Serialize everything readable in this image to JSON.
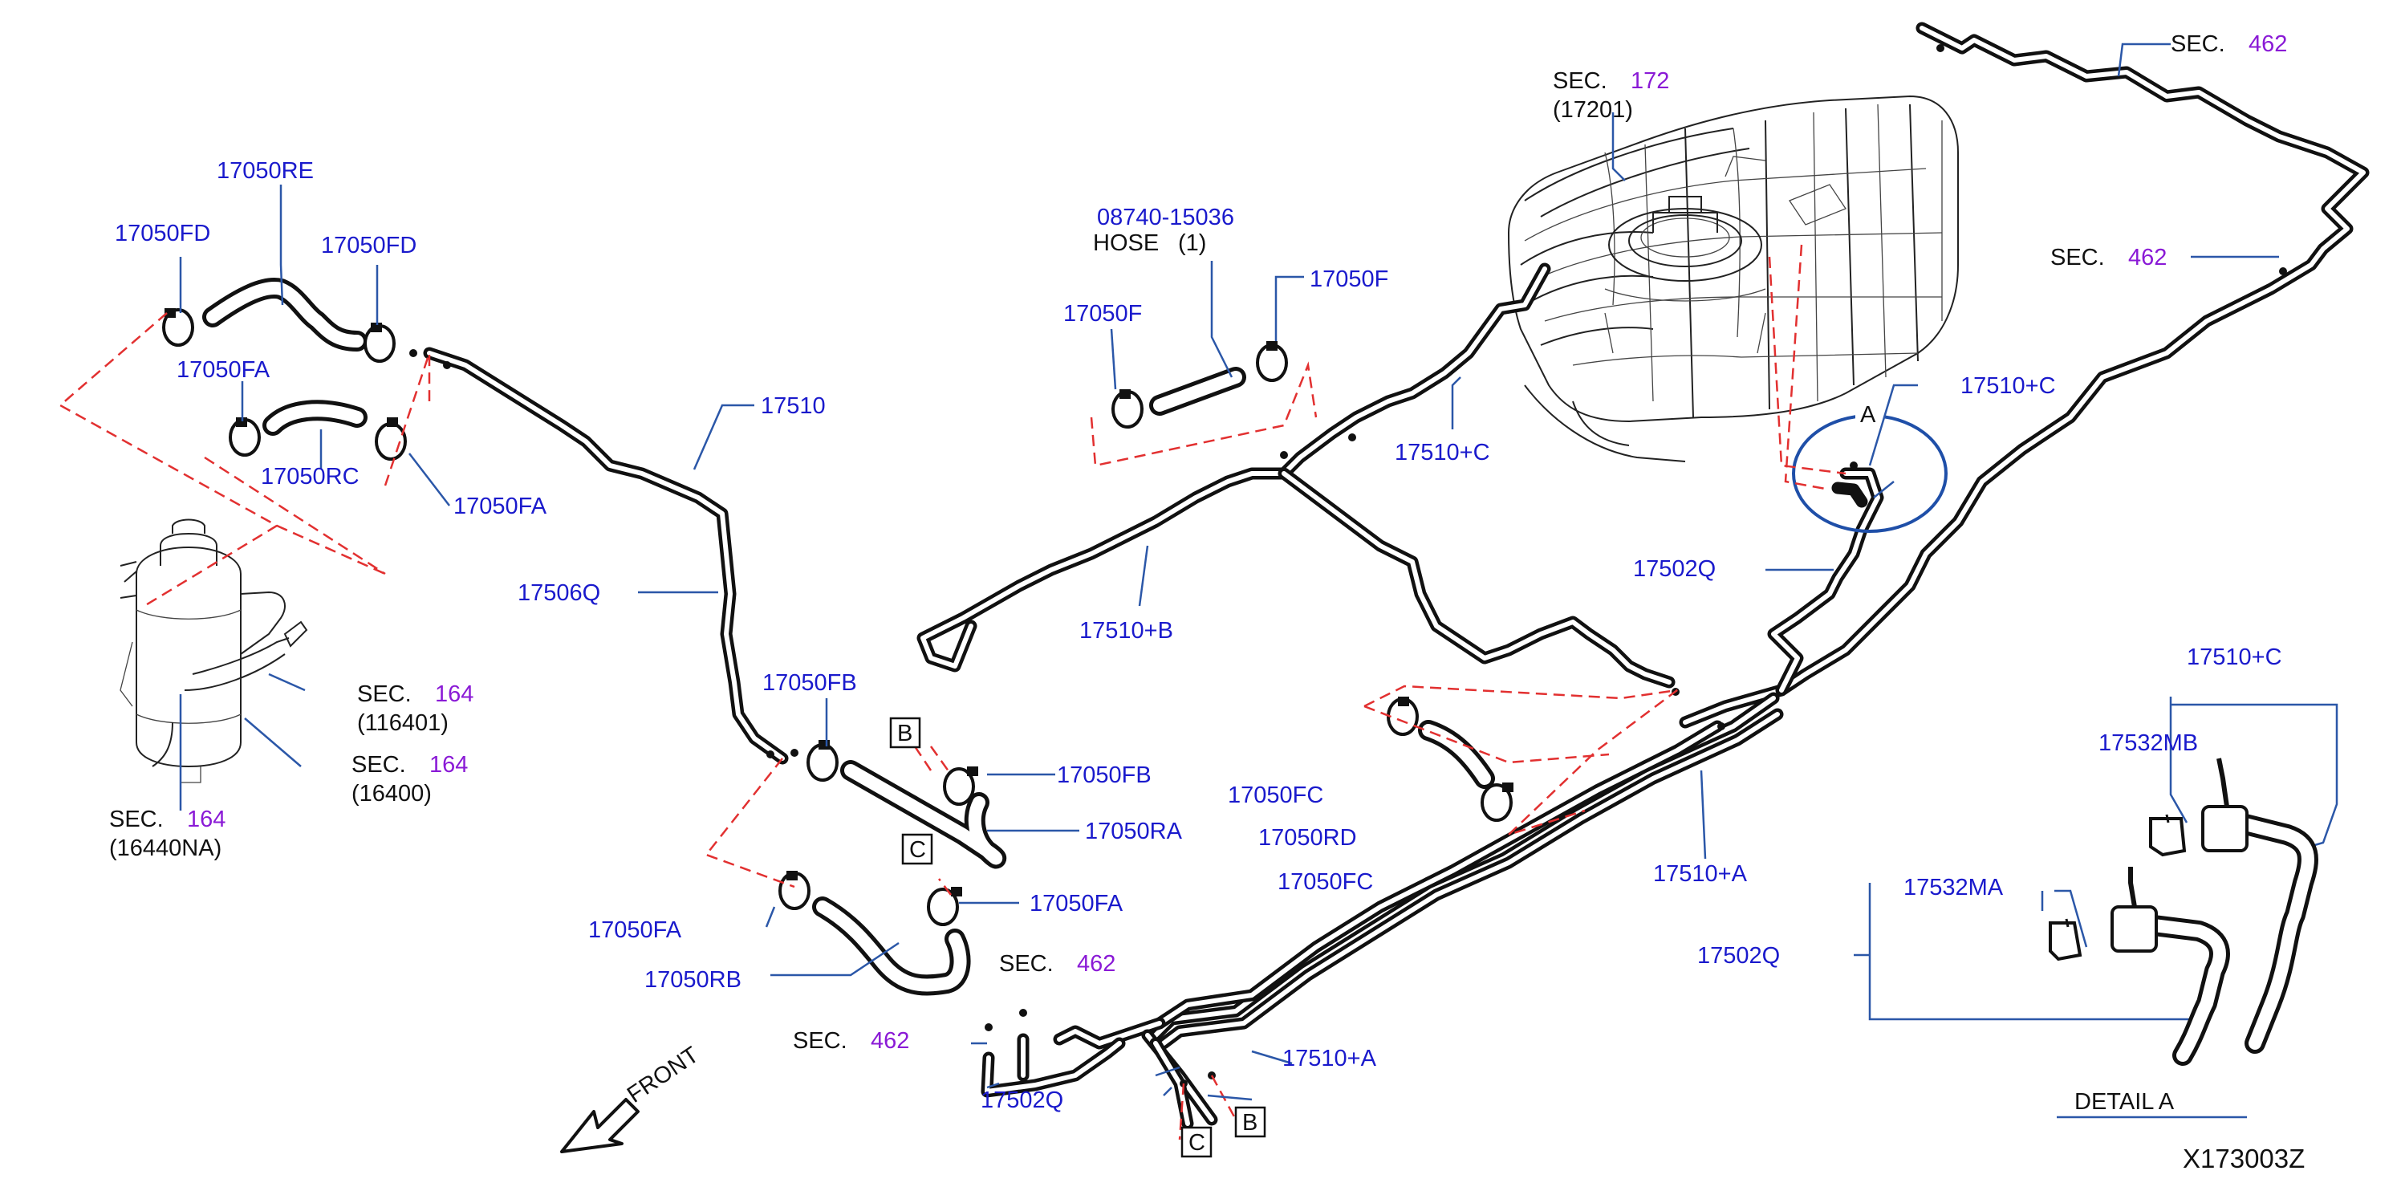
{
  "diagram_id": "X173003Z",
  "front_label": "FRONT",
  "detail_title": "DETAIL A",
  "detail_circle_label": "A",
  "colors": {
    "part_label": "#1a1acc",
    "section_number": "#8a1ad6",
    "leader": "#2b57a8",
    "reference_dash": "#e23030",
    "detail_circle": "#1f4fa8"
  },
  "part_labels": {
    "p17050RE": "17050RE",
    "p17050FD_a": "17050FD",
    "p17050FD_b": "17050FD",
    "p17050FA_a": "17050FA",
    "p17050FA_b": "17050FA",
    "p17050RC": "17050RC",
    "p17510": "17510",
    "p17506Q": "17506Q",
    "p17050FB_a": "17050FB",
    "p17050FB_b": "17050FB",
    "p17050RA": "17050RA",
    "p17050FA_c": "17050FA",
    "p17050FA_d": "17050FA",
    "p17050RB": "17050RB",
    "p08740": "08740-15036",
    "p17050F_a": "17050F",
    "p17050F_b": "17050F",
    "p17510B": "17510+B",
    "p17510C_a": "17510+C",
    "p17510C_b": "17510+C",
    "p17510C_c": "17510+C",
    "p17502Q_a": "17502Q",
    "p17502Q_b": "17502Q",
    "p17502Q_c": "17502Q",
    "p17050FC_a": "17050FC",
    "p17050FC_b": "17050FC",
    "p17050RD": "17050RD",
    "p17510A_a": "17510+A",
    "p17510A_b": "17510+A",
    "p17532MB": "17532MB",
    "p17532MA": "17532MA"
  },
  "hose_note": {
    "name": "HOSE",
    "qty": "(1)"
  },
  "sections": [
    {
      "prefix": "SEC.",
      "num": "172",
      "sub": "(17201)"
    },
    {
      "prefix": "SEC.",
      "num": "462",
      "sub": ""
    },
    {
      "prefix": "SEC.",
      "num": "462",
      "sub": ""
    },
    {
      "prefix": "SEC.",
      "num": "164",
      "sub": "(116401)"
    },
    {
      "prefix": "SEC.",
      "num": "164",
      "sub": "(16400)"
    },
    {
      "prefix": "SEC.",
      "num": "164",
      "sub": "(16440NA)"
    },
    {
      "prefix": "SEC.",
      "num": "462",
      "sub": ""
    },
    {
      "prefix": "SEC.",
      "num": "462",
      "sub": ""
    }
  ],
  "ref_boxes": [
    "B",
    "C",
    "C",
    "B"
  ]
}
